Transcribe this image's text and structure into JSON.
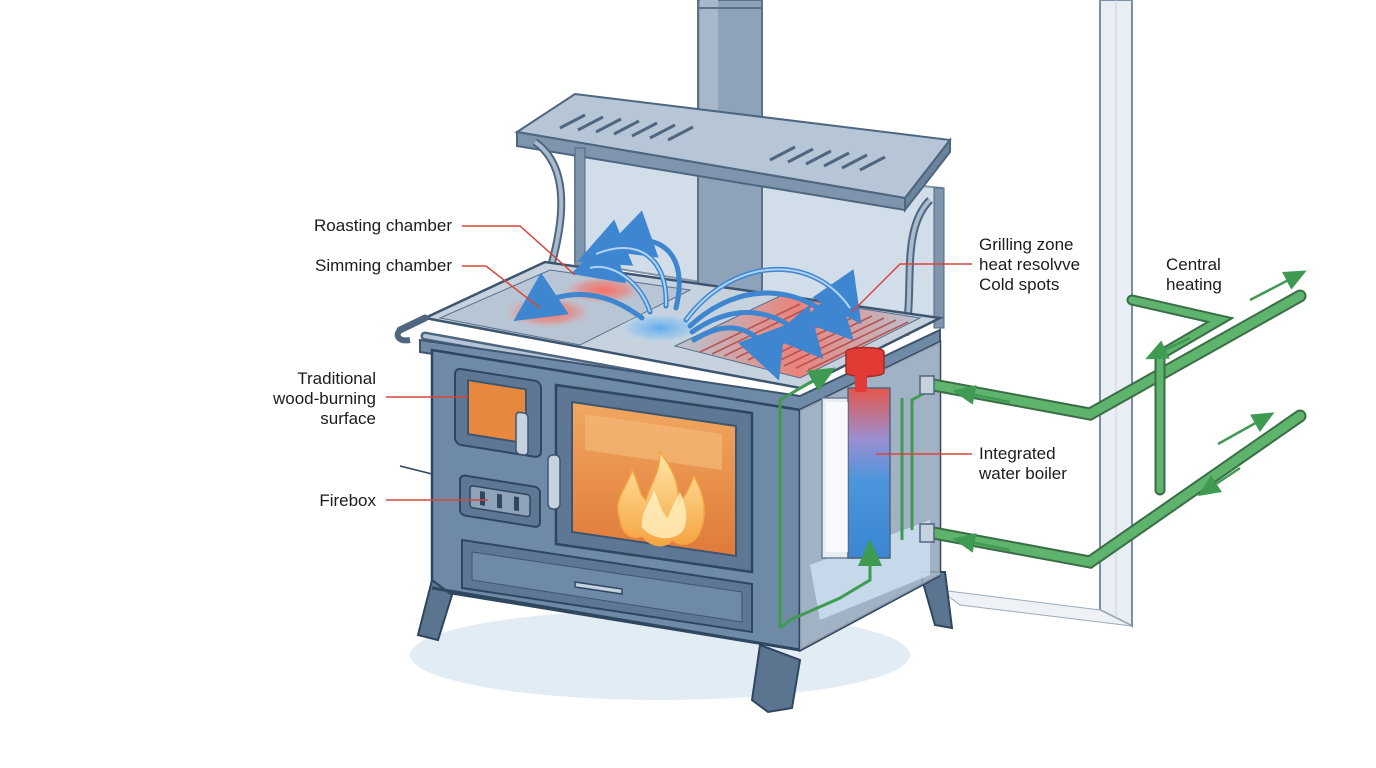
{
  "labels": {
    "roasting": "Roasting chamber",
    "simming": "Simming chamber",
    "traditional": [
      "Traditional",
      "wood-burning",
      "surface"
    ],
    "firebox": "Firebox",
    "grilling": [
      "Grilling zone",
      "heat resolvve",
      "Cold spots"
    ],
    "central_heating": [
      "Central",
      "heating"
    ],
    "boiler": [
      "Integrated",
      "water boiler"
    ]
  },
  "colors": {
    "stove_body": "#6f8aa6",
    "stove_dark": "#3e5570",
    "wall": "#dfe7ef",
    "hot": "#e0483a",
    "flame": "#f4b04a",
    "airflow": "#4a90d6",
    "water_pipe": "#3f9a52",
    "leader": "#d9453a"
  },
  "icons": [
    "flame-icon",
    "airflow-arrow-icon",
    "water-flow-arrow-icon"
  ]
}
